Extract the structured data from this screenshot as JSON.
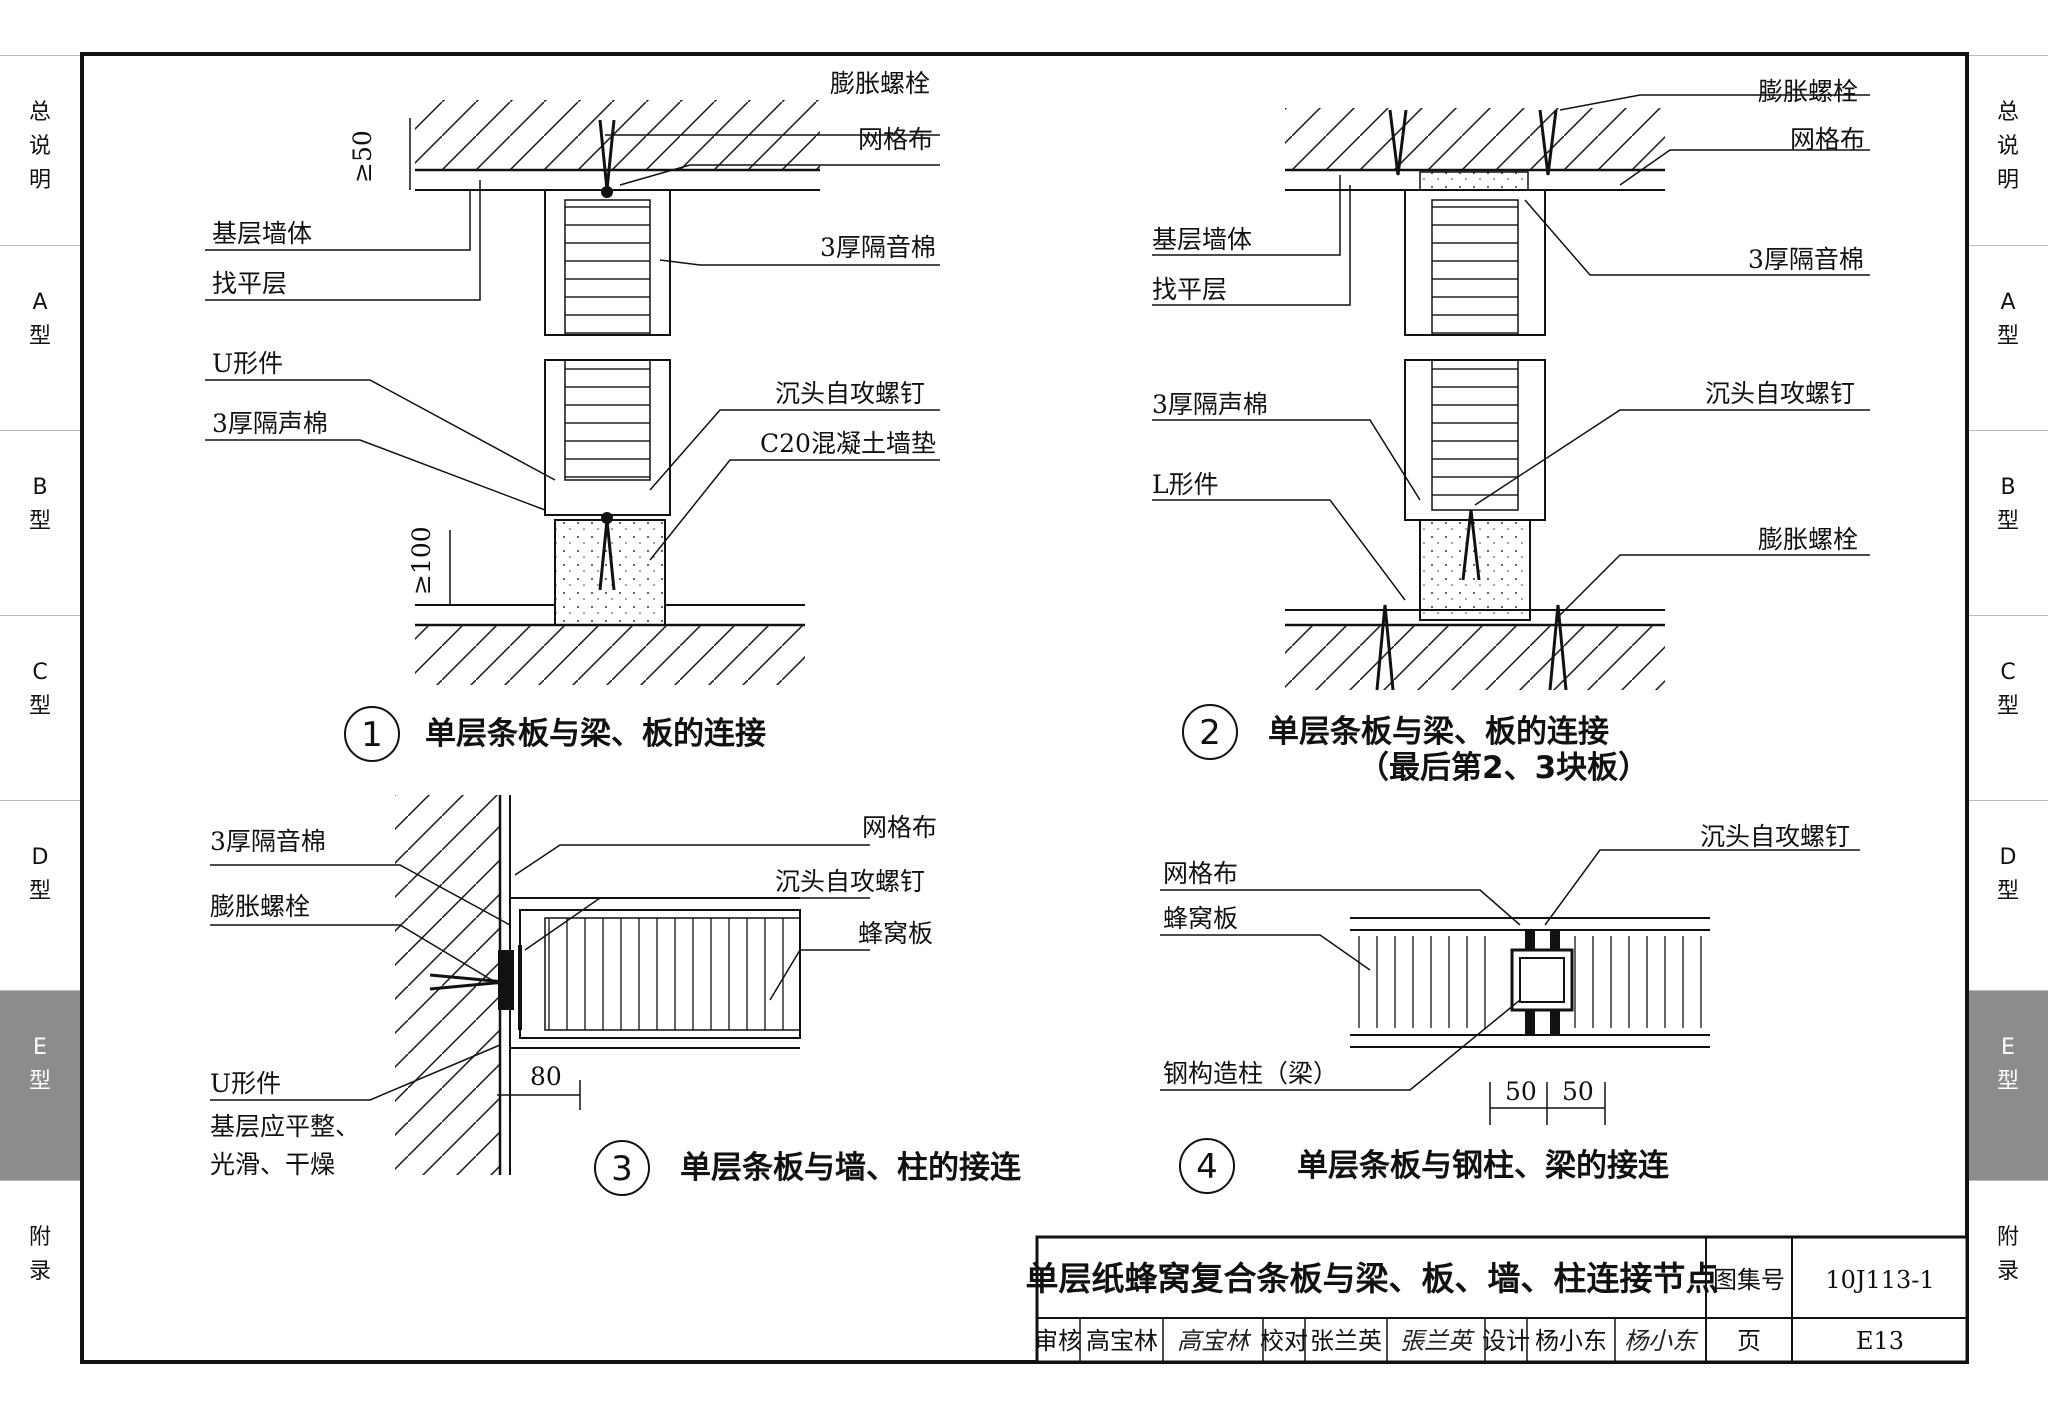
{
  "side_tabs": [
    {
      "label": "总说明",
      "chars": [
        "总",
        "说",
        "明"
      ],
      "active": false
    },
    {
      "label": "A型",
      "chars": [
        "A",
        "型"
      ],
      "active": false
    },
    {
      "label": "B型",
      "chars": [
        "B",
        "型"
      ],
      "active": false
    },
    {
      "label": "C型",
      "chars": [
        "C",
        "型"
      ],
      "active": false
    },
    {
      "label": "D型",
      "chars": [
        "D",
        "型"
      ],
      "active": false
    },
    {
      "label": "E型",
      "chars": [
        "E",
        "型"
      ],
      "active": true
    },
    {
      "label": "附录",
      "chars": [
        "附",
        "录"
      ],
      "active": false
    }
  ],
  "detail1": {
    "number": "1",
    "caption": "单层条板与梁、板的连接",
    "labels": {
      "expansion_bolt": "膨胀螺栓",
      "mesh_cloth": "网格布",
      "dim_50": "≥50",
      "base_wall": "基层墙体",
      "leveling_layer": "找平层",
      "insulation_3mm_top": "3厚隔音棉",
      "u_piece": "U形件",
      "insulation_3mm_side": "3厚隔声棉",
      "countersunk_screw": "沉头自攻螺钉",
      "c20_pad": "C20混凝土墙垫",
      "dim_100": "≥100"
    }
  },
  "detail2": {
    "number": "2",
    "caption": "单层条板与梁、板的连接",
    "caption_sub": "（最后第2、3块板）",
    "labels": {
      "expansion_bolt_top": "膨胀螺栓",
      "mesh_cloth": "网格布",
      "base_wall": "基层墙体",
      "insulation_3mm_top": "3厚隔音棉",
      "leveling_layer": "找平层",
      "countersunk_screw": "沉头自攻螺钉",
      "insulation_3mm_side": "3厚隔声棉",
      "l_piece": "L形件",
      "expansion_bolt_bottom": "膨胀螺栓"
    }
  },
  "detail3": {
    "number": "3",
    "caption": "单层条板与墙、柱的接连",
    "labels": {
      "mesh_cloth": "网格布",
      "insulation_3mm": "3厚隔音棉",
      "countersunk_screw": "沉头自攻螺钉",
      "expansion_bolt": "膨胀螺栓",
      "honeycomb_panel": "蜂窝板",
      "u_piece": "U形件",
      "dim_80": "80",
      "base_note_1": "基层应平整、",
      "base_note_2": "光滑、干燥"
    }
  },
  "detail4": {
    "number": "4",
    "caption": "单层条板与钢柱、梁的接连",
    "labels": {
      "countersunk_screw": "沉头自攻螺钉",
      "mesh_cloth": "网格布",
      "honeycomb_panel": "蜂窝板",
      "steel_column": "钢构造柱（梁）",
      "dim_50a": "50",
      "dim_50b": "50"
    }
  },
  "title_block": {
    "title": "单层纸蜂窝复合条板与梁、板、墙、柱连接节点",
    "atlas_label": "图集号",
    "atlas_no": "10J113-1",
    "review_label": "审核",
    "reviewer": "高宝林",
    "reviewer_sig": "高宝林",
    "check_label": "校对",
    "checker": "张兰英",
    "checker_sig": "張兰英",
    "design_label": "设计",
    "designer": "杨小东",
    "designer_sig": "杨小东",
    "page_label": "页",
    "page_no": "E13"
  }
}
